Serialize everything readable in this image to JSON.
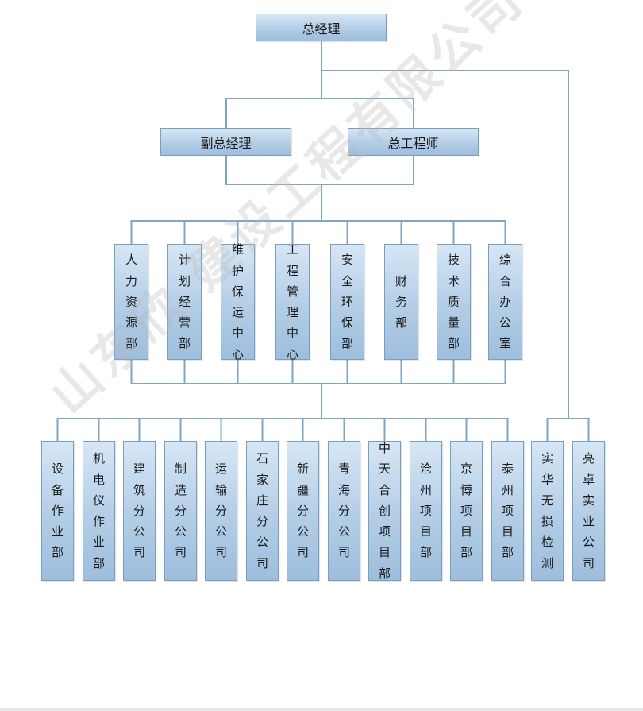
{
  "watermark": "山东欣    建设工程有限公司",
  "top": {
    "label": "总经理"
  },
  "level2": [
    {
      "label": "副总经理"
    },
    {
      "label": "总工程师"
    }
  ],
  "departments": [
    {
      "label": "人力资源部"
    },
    {
      "label": "计划经营部"
    },
    {
      "label": "维护保运中心"
    },
    {
      "label": "工程管理中心"
    },
    {
      "label": "安全环保部"
    },
    {
      "label": "财务部"
    },
    {
      "label": "技术质量部"
    },
    {
      "label": "综合办公室"
    }
  ],
  "units": [
    {
      "label": "设备作业部"
    },
    {
      "label": "机电仪作业部"
    },
    {
      "label": "建筑分公司"
    },
    {
      "label": "制造分公司"
    },
    {
      "label": "运输分公司"
    },
    {
      "label": "石家庄分公司"
    },
    {
      "label": "新疆分公司"
    },
    {
      "label": "青海分公司"
    },
    {
      "label": "中天合创项目部"
    },
    {
      "label": "沧州项目部"
    },
    {
      "label": "京博项目部"
    },
    {
      "label": "泰州项目部"
    }
  ],
  "subsidiaries": [
    {
      "label": "实华无损检测"
    },
    {
      "label": "亮卓实业公司"
    }
  ],
  "colors": {
    "box_fill": "#b3cde6",
    "box_border": "#7a9fbd",
    "connector": "#7ea6c4"
  }
}
